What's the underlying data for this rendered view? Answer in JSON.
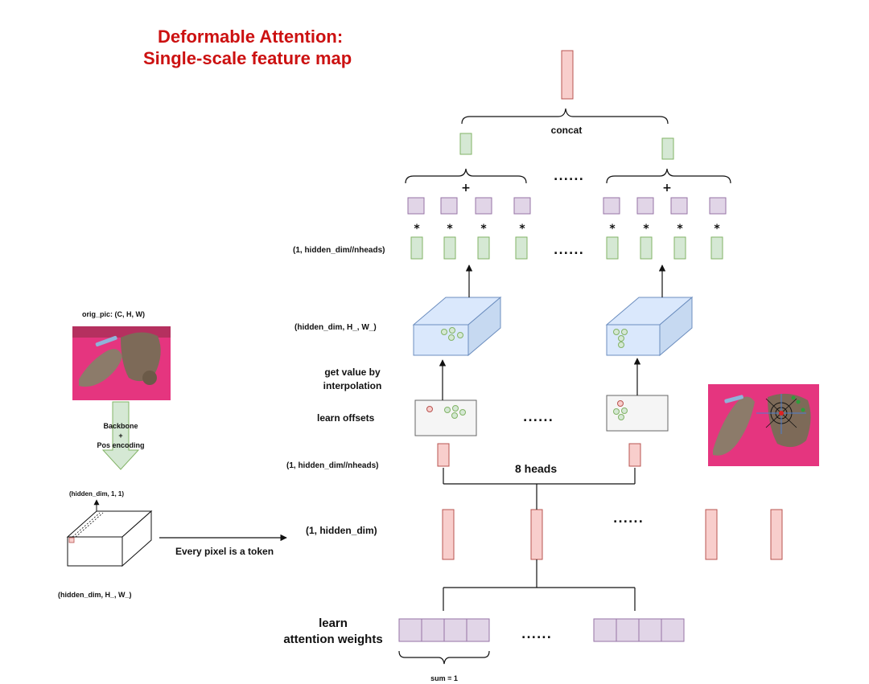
{
  "title": {
    "line1": "Deformable Attention:",
    "line2": "Single-scale feature map"
  },
  "labels": {
    "orig_pic": "orig_pic: (C, H, W)",
    "backbone": "Backbone",
    "plus": "+",
    "pos_encoding": "Pos encoding",
    "feature_top_dim": "(hidden_dim, 1, 1)",
    "feature_bottom_dim": "(hidden_dim, H_, W_)",
    "every_pixel": "Every pixel is a token",
    "token_dim": "(1, hidden_dim)",
    "head_dim_lower": "(1, hidden_dim//nheads)",
    "eight_heads": "8 heads",
    "learn_offsets": "learn offsets",
    "get_value_line1": "get value by",
    "get_value_line2": "interpolation",
    "value_dim": "(hidden_dim, H_, W_)",
    "head_dim_upper": "(1, hidden_dim//nheads)",
    "concat": "concat",
    "sum_plus": "+",
    "multiply": "*",
    "ellipsis": "......",
    "learn_attn_line1": "learn",
    "learn_attn_line2": "attention weights",
    "sum_eq_one": "sum = 1"
  },
  "colors": {
    "title": "#cc1111",
    "pink_fill": "#f8cecc",
    "pink_stroke": "#b85450",
    "green_fill": "#d5e8d4",
    "green_stroke": "#82b366",
    "purple_fill": "#e1d5e7",
    "purple_stroke": "#9673a6",
    "blue_fill": "#dae8fc",
    "blue_stroke": "#6c8ebf",
    "gray_fill": "#f5f5f5",
    "gray_stroke": "#666666",
    "photo_pink": "#e5357f"
  },
  "icons": [
    "arrow-icon",
    "brace-icon",
    "cat-photo-image",
    "sampling-grid-icon"
  ]
}
